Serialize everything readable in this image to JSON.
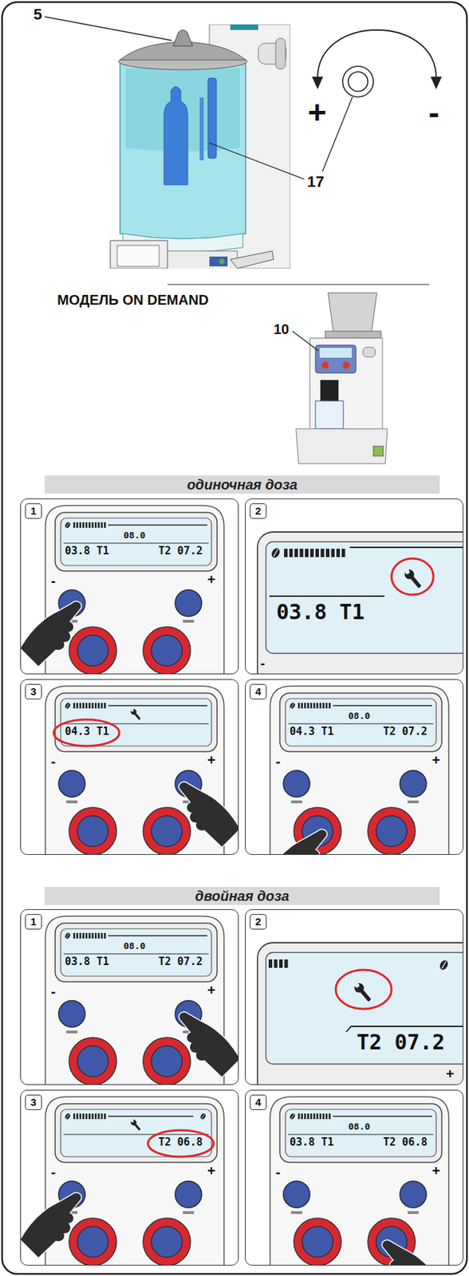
{
  "diagram": {
    "nodes": [
      {
        "text": [
          "одиночная доза"
        ]
      },
      {
        "text": [
          "1"
        ]
      },
      {
        "text": [
          "2"
        ]
      },
      {
        "text": [
          "3"
        ]
      },
      {
        "text": [
          "4"
        ]
      },
      {
        "text": [
          "двойная доза"
        ]
      },
      {
        "text": [
          "1"
        ]
      },
      {
        "text": [
          "2"
        ]
      },
      {
        "text": [
          "3"
        ]
      },
      {
        "text": [
          "4"
        ]
      }
    ],
    "labels": [
      "5",
      "17",
      "+",
      "-",
      "МОДЕЛЬ ON DEMAND",
      "10",
      "08.0",
      "03.8 T1",
      "T2 07.2",
      "-",
      "+",
      "03.8 T1",
      "-",
      "04.3 T1",
      "-",
      "+",
      "08.0",
      "04.3 T1",
      "T2 07.2",
      "-",
      "+",
      "08.0",
      "03.8 T1",
      "T2 07.2",
      "-",
      "+",
      "T2 07.2",
      "+",
      "T2 06.8",
      "-",
      "+",
      "08.0",
      "03.8 T1",
      "T2 06.8",
      "-",
      "+"
    ]
  }
}
